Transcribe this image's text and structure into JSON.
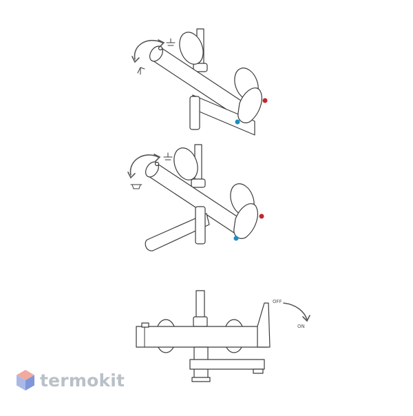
{
  "colors": {
    "hot": "#c0272d",
    "cold": "#1a8fbf",
    "stroke": "#3a3a3a",
    "brand_text": "#b9c0c8",
    "brand_logo_light": "#f2a9a0",
    "brand_logo_mid": "#a9b9e6",
    "brand_logo_dark": "#7f97d9"
  },
  "icons": {
    "rotate_arrow": "curved-arrow-icon",
    "shower_head": "shower-head-icon",
    "hand_shower": "hand-shower-icon",
    "bath_tub": "bathtub-icon",
    "brand_logo": "hexagon-logo-icon"
  },
  "switch_labels": {
    "off": "OFF",
    "on": "ON"
  },
  "brand": {
    "name": "termokit"
  }
}
